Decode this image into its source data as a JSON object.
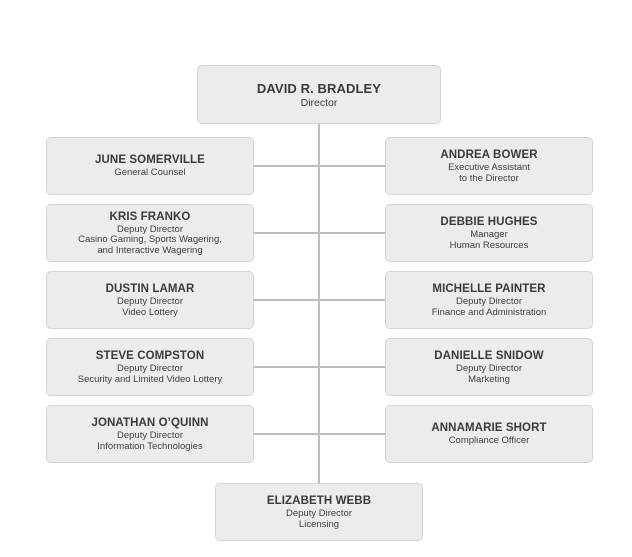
{
  "org_chart": {
    "head": {
      "name": "DAVID R. BRADLEY",
      "lines": [
        "Director"
      ]
    },
    "left_column": [
      {
        "name": "JUNE SOMERVILLE",
        "lines": [
          "General Counsel"
        ]
      },
      {
        "name": "KRIS FRANKO",
        "lines": [
          "Deputy Director",
          "Casino Gaming, Sports Wagering,",
          "and Interactive Wagering"
        ]
      },
      {
        "name": "DUSTIN LAMAR",
        "lines": [
          "Deputy Director",
          "Video Lottery"
        ]
      },
      {
        "name": "STEVE COMPSTON",
        "lines": [
          "Deputy Director",
          "Security and Limited Video Lottery"
        ]
      },
      {
        "name": "JONATHAN O’QUINN",
        "lines": [
          "Deputy Director",
          "Information Technologies"
        ]
      }
    ],
    "right_column": [
      {
        "name": "ANDREA BOWER",
        "lines": [
          "Executive Assistant",
          "to the Director"
        ]
      },
      {
        "name": "DEBBIE HUGHES",
        "lines": [
          "Manager",
          "Human Resources"
        ]
      },
      {
        "name": "MICHELLE PAINTER",
        "lines": [
          "Deputy Director",
          "Finance and Administration"
        ]
      },
      {
        "name": "DANIELLE SNIDOW",
        "lines": [
          "Deputy Director",
          "Marketing"
        ]
      },
      {
        "name": "ANNAMARIE SHORT",
        "lines": [
          "Compliance Officer"
        ]
      }
    ],
    "bottom": {
      "name": "ELIZABETH WEBB",
      "lines": [
        "Deputy Director",
        "Licensing"
      ]
    }
  }
}
